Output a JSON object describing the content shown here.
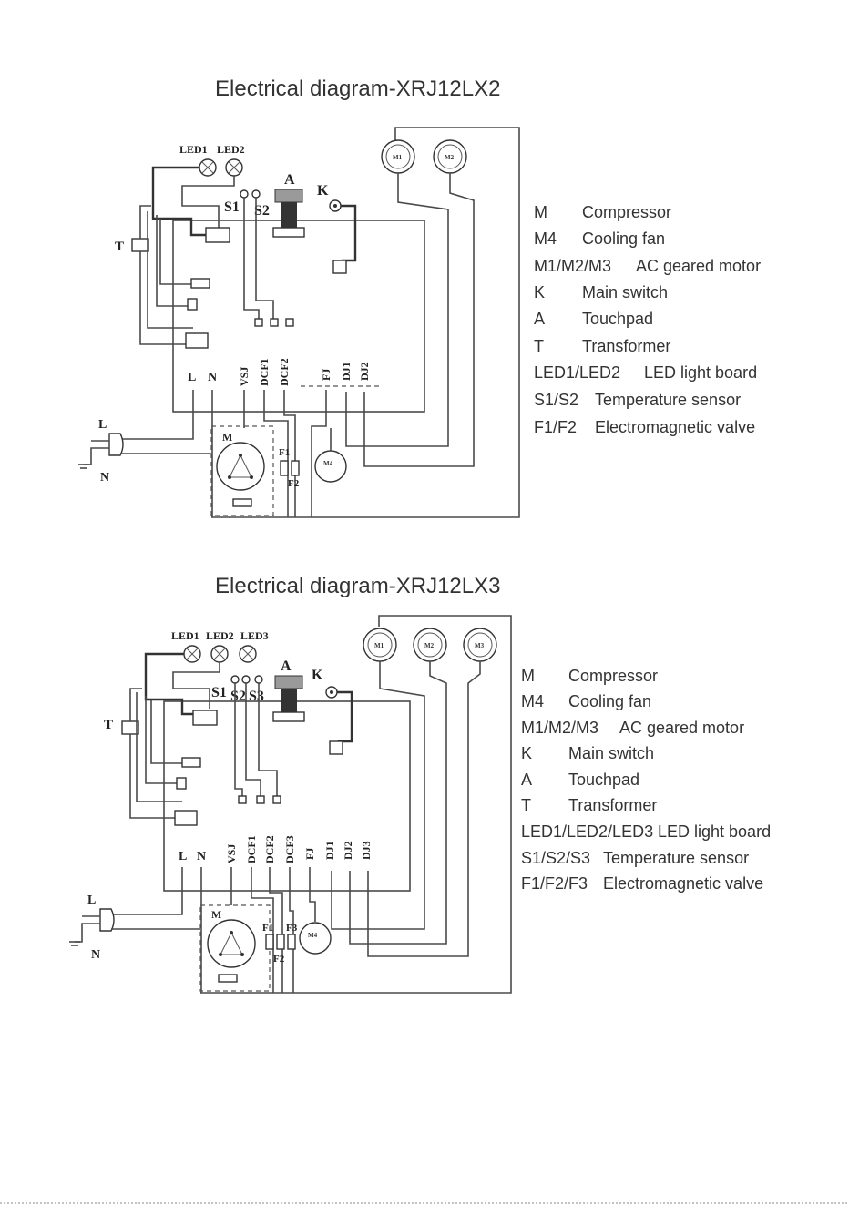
{
  "diagrams": [
    {
      "title": "Electrical diagram-XRJ12LX2",
      "component_labels": {
        "led1": "LED1",
        "led2": "LED2",
        "a": "A",
        "k": "K",
        "s1": "S1",
        "s2": "S2",
        "t": "T",
        "m1": "M1",
        "m2": "M2",
        "m": "M",
        "m4": "M4",
        "f1": "F1",
        "f2": "F2",
        "l_term": "L",
        "n_term": "N",
        "l_plug": "L",
        "n_plug": "N"
      },
      "terminals": [
        "VSJ",
        "DCF1",
        "DCF2",
        "FJ",
        "DJ1",
        "DJ2"
      ],
      "legend": [
        {
          "key": "M",
          "desc": "Compressor"
        },
        {
          "key": "M4",
          "desc": "Cooling fan"
        },
        {
          "key": "M1/M2/M3",
          "desc": "AC geared motor"
        },
        {
          "key": "K",
          "desc": "Main switch"
        },
        {
          "key": "A",
          "desc": "Touchpad"
        },
        {
          "key": "T",
          "desc": "Transformer"
        },
        {
          "key": "LED1/LED2",
          "desc": "LED light board"
        },
        {
          "key": "S1/S2",
          "desc": "Temperature sensor"
        },
        {
          "key": "F1/F2",
          "desc": "Electromagnetic valve"
        }
      ]
    },
    {
      "title": "Electrical diagram-XRJ12LX3",
      "component_labels": {
        "led1": "LED1",
        "led2": "LED2",
        "led3": "LED3",
        "a": "A",
        "k": "K",
        "s1": "S1",
        "s2": "S2",
        "s3": "S3",
        "t": "T",
        "m1": "M1",
        "m2": "M2",
        "m3": "M3",
        "m": "M",
        "m4": "M4",
        "f1": "F1",
        "f2": "F2",
        "f3": "F3",
        "l_term": "L",
        "n_term": "N",
        "l_plug": "L",
        "n_plug": "N"
      },
      "terminals": [
        "VSJ",
        "DCF1",
        "DCF2",
        "DCF3",
        "FJ",
        "DJ1",
        "DJ2",
        "DJ3"
      ],
      "legend": [
        {
          "key": "M",
          "desc": "Compressor"
        },
        {
          "key": "M4",
          "desc": "Cooling fan"
        },
        {
          "key": "M1/M2/M3",
          "desc": "AC geared motor"
        },
        {
          "key": "K",
          "desc": "Main switch"
        },
        {
          "key": "A",
          "desc": "Touchpad"
        },
        {
          "key": "T",
          "desc": "Transformer"
        },
        {
          "key": "LED1/LED2/LED3",
          "desc": "LED light board"
        },
        {
          "key": "S1/S2/S3",
          "desc": "Temperature sensor"
        },
        {
          "key": "F1/F2/F3",
          "desc": "Electromagnetic valve"
        }
      ]
    }
  ]
}
